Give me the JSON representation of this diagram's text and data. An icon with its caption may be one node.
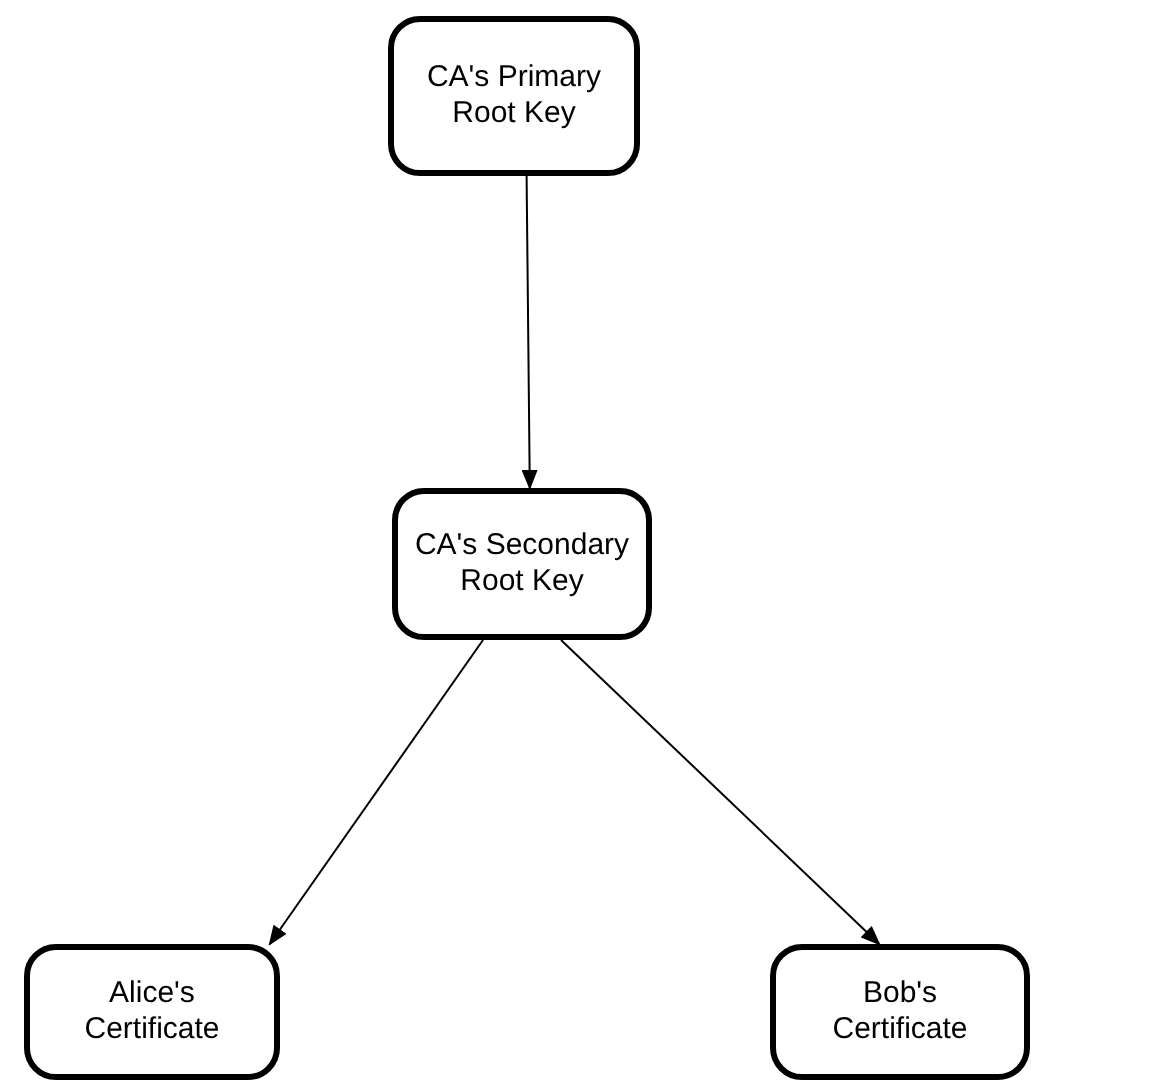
{
  "diagram": {
    "nodes": [
      {
        "text": [
          "CA's Primary Root Key"
        ]
      },
      {
        "text": [
          "CA's Secondary Root Key"
        ]
      },
      {
        "text": [
          "Alice's Certificate"
        ]
      },
      {
        "text": [
          "Bob's Certificate"
        ]
      }
    ],
    "edges": [
      {
        "from": 0,
        "to": 1,
        "arrow": "to"
      },
      {
        "from": 1,
        "to": 2,
        "arrow": "to"
      },
      {
        "from": 1,
        "to": 3,
        "arrow": "to"
      }
    ]
  }
}
